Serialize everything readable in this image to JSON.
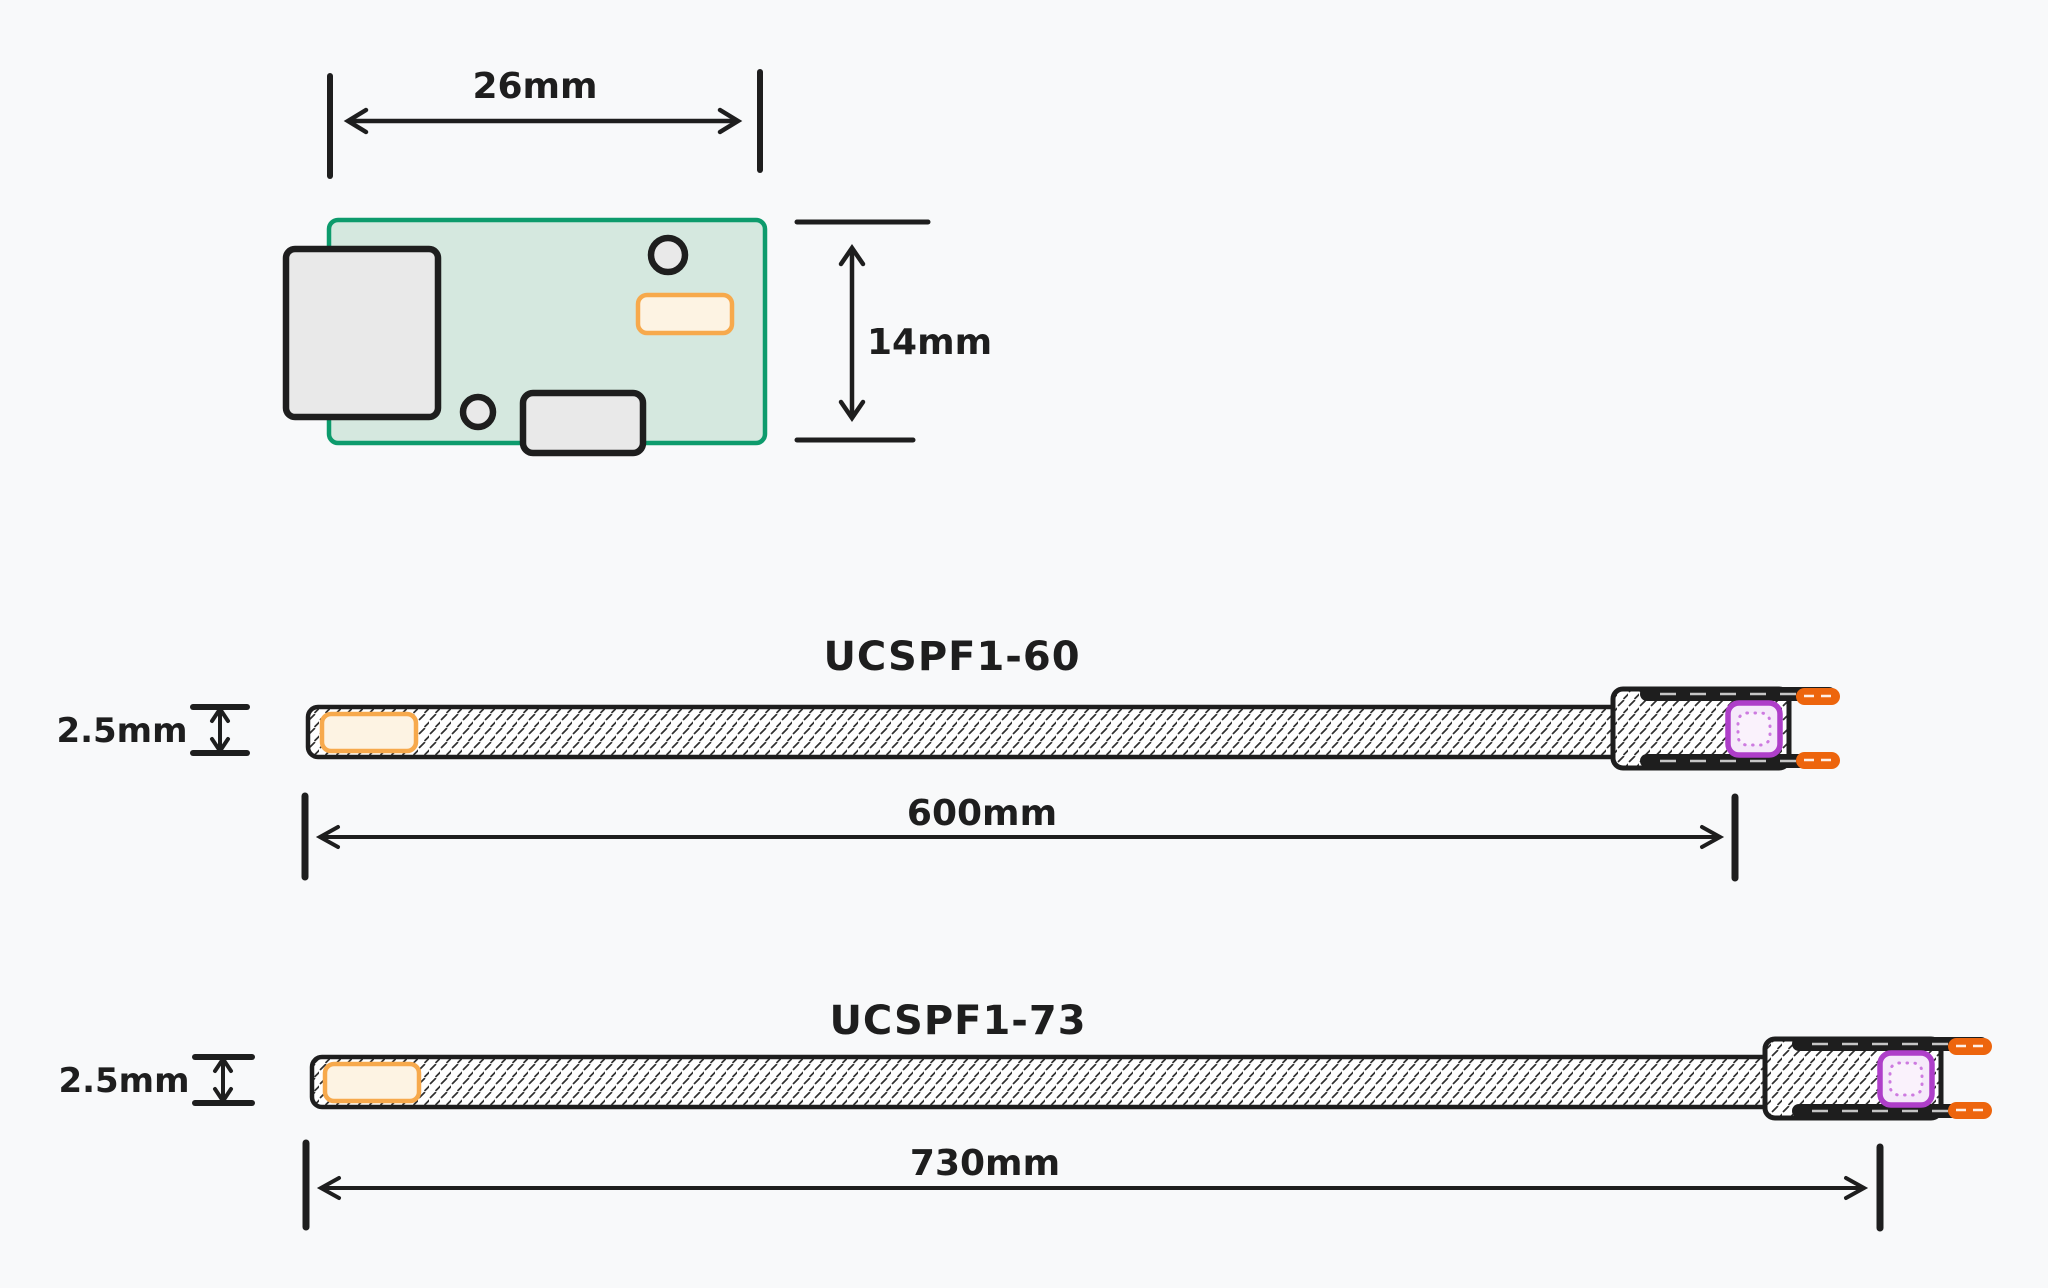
{
  "diagram": {
    "title_present": false,
    "background": "#f8f9fa",
    "pcb": {
      "width_label": "26mm",
      "height_label": "14mm"
    },
    "cables": [
      {
        "name": "UCSPF1-60",
        "length_label": "600mm",
        "thickness_label": "2.5mm"
      },
      {
        "name": "UCSPF1-73",
        "length_label": "730mm",
        "thickness_label": "2.5mm"
      }
    ],
    "colors": {
      "ink": "#1e1e1e",
      "hatch": "#2f2f2f",
      "red": "#e03131",
      "green": "#0d9b6c",
      "pcb_fill": "#d5e8df",
      "grey_fill": "#e9e9e9",
      "cream": "#fdf3e3",
      "orange_light": "#f7a94c",
      "orange_deep": "#ed650d",
      "purple": "#ae3ec9",
      "purple_fill": "#f5e9fa",
      "purple_dot": "#cd7ae0",
      "white": "#ffffff"
    }
  }
}
